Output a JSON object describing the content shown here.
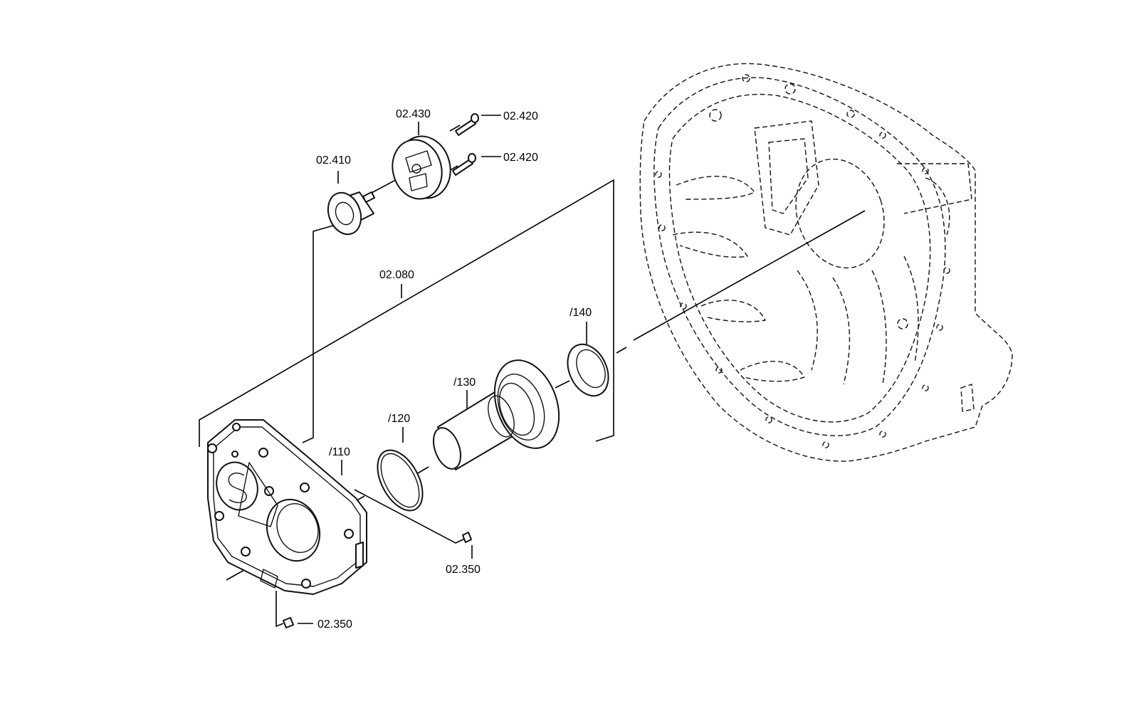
{
  "labels": {
    "p02_430": "02.430",
    "p02_420_a": "02.420",
    "p02_420_b": "02.420",
    "p02_410": "02.410",
    "p02_080": "02.080",
    "p140": "/140",
    "p130": "/130",
    "p120": "/120",
    "p110": "/110",
    "p02_350_a": "02.350",
    "p02_350_b": "02.350"
  }
}
